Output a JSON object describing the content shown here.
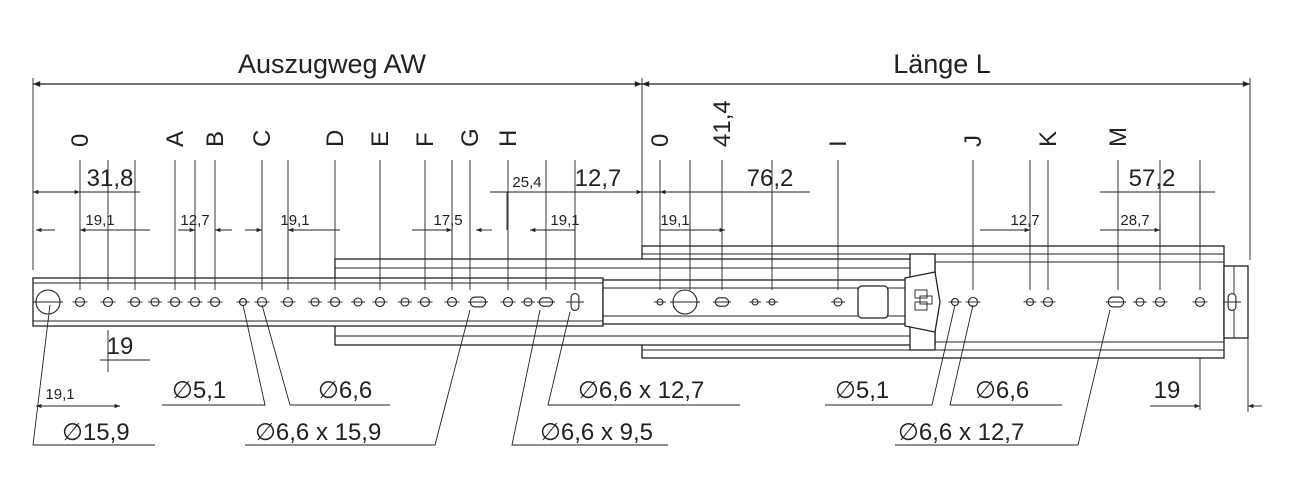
{
  "header": {
    "auszugweg": "Auszugweg AW",
    "laenge": "Länge L"
  },
  "position_letters": [
    "0",
    "A",
    "B",
    "C",
    "D",
    "E",
    "F",
    "G",
    "H",
    "0",
    "41,4",
    "I",
    "J",
    "K",
    "M"
  ],
  "dimensions": {
    "d31_8": "31,8",
    "d19_1_a": "19,1",
    "d12_7_a": "12,7",
    "d19_1_b": "19,1",
    "d17_5": "17,5",
    "d25_4": "25,4",
    "d12_7_b": "12,7",
    "d19_1_c": "19,1",
    "d19_1_d": "19,1",
    "d76_2": "76,2",
    "d12_7_c": "12,7",
    "d28_7": "28,7",
    "d57_2": "57,2",
    "d19_bottom": "19",
    "d19_1_bottom": "19,1",
    "d19_right": "19"
  },
  "callouts": {
    "dia15_9": "15,9",
    "dia5_1_left": "5,1",
    "dia6_6_left": "6,6",
    "dia6_6x15_9": "6,6 x 15,9",
    "dia6_6x12_7_mid": "6,6 x 12,7",
    "dia6_6x9_5": "6,6 x 9,5",
    "dia5_1_right": "5,1",
    "dia6_6_right": "6,6",
    "dia6_6x12_7_right": "6,6 x 12,7"
  },
  "diameter_symbol": "∅",
  "colors": {
    "line": "#222222",
    "background": "#ffffff"
  }
}
